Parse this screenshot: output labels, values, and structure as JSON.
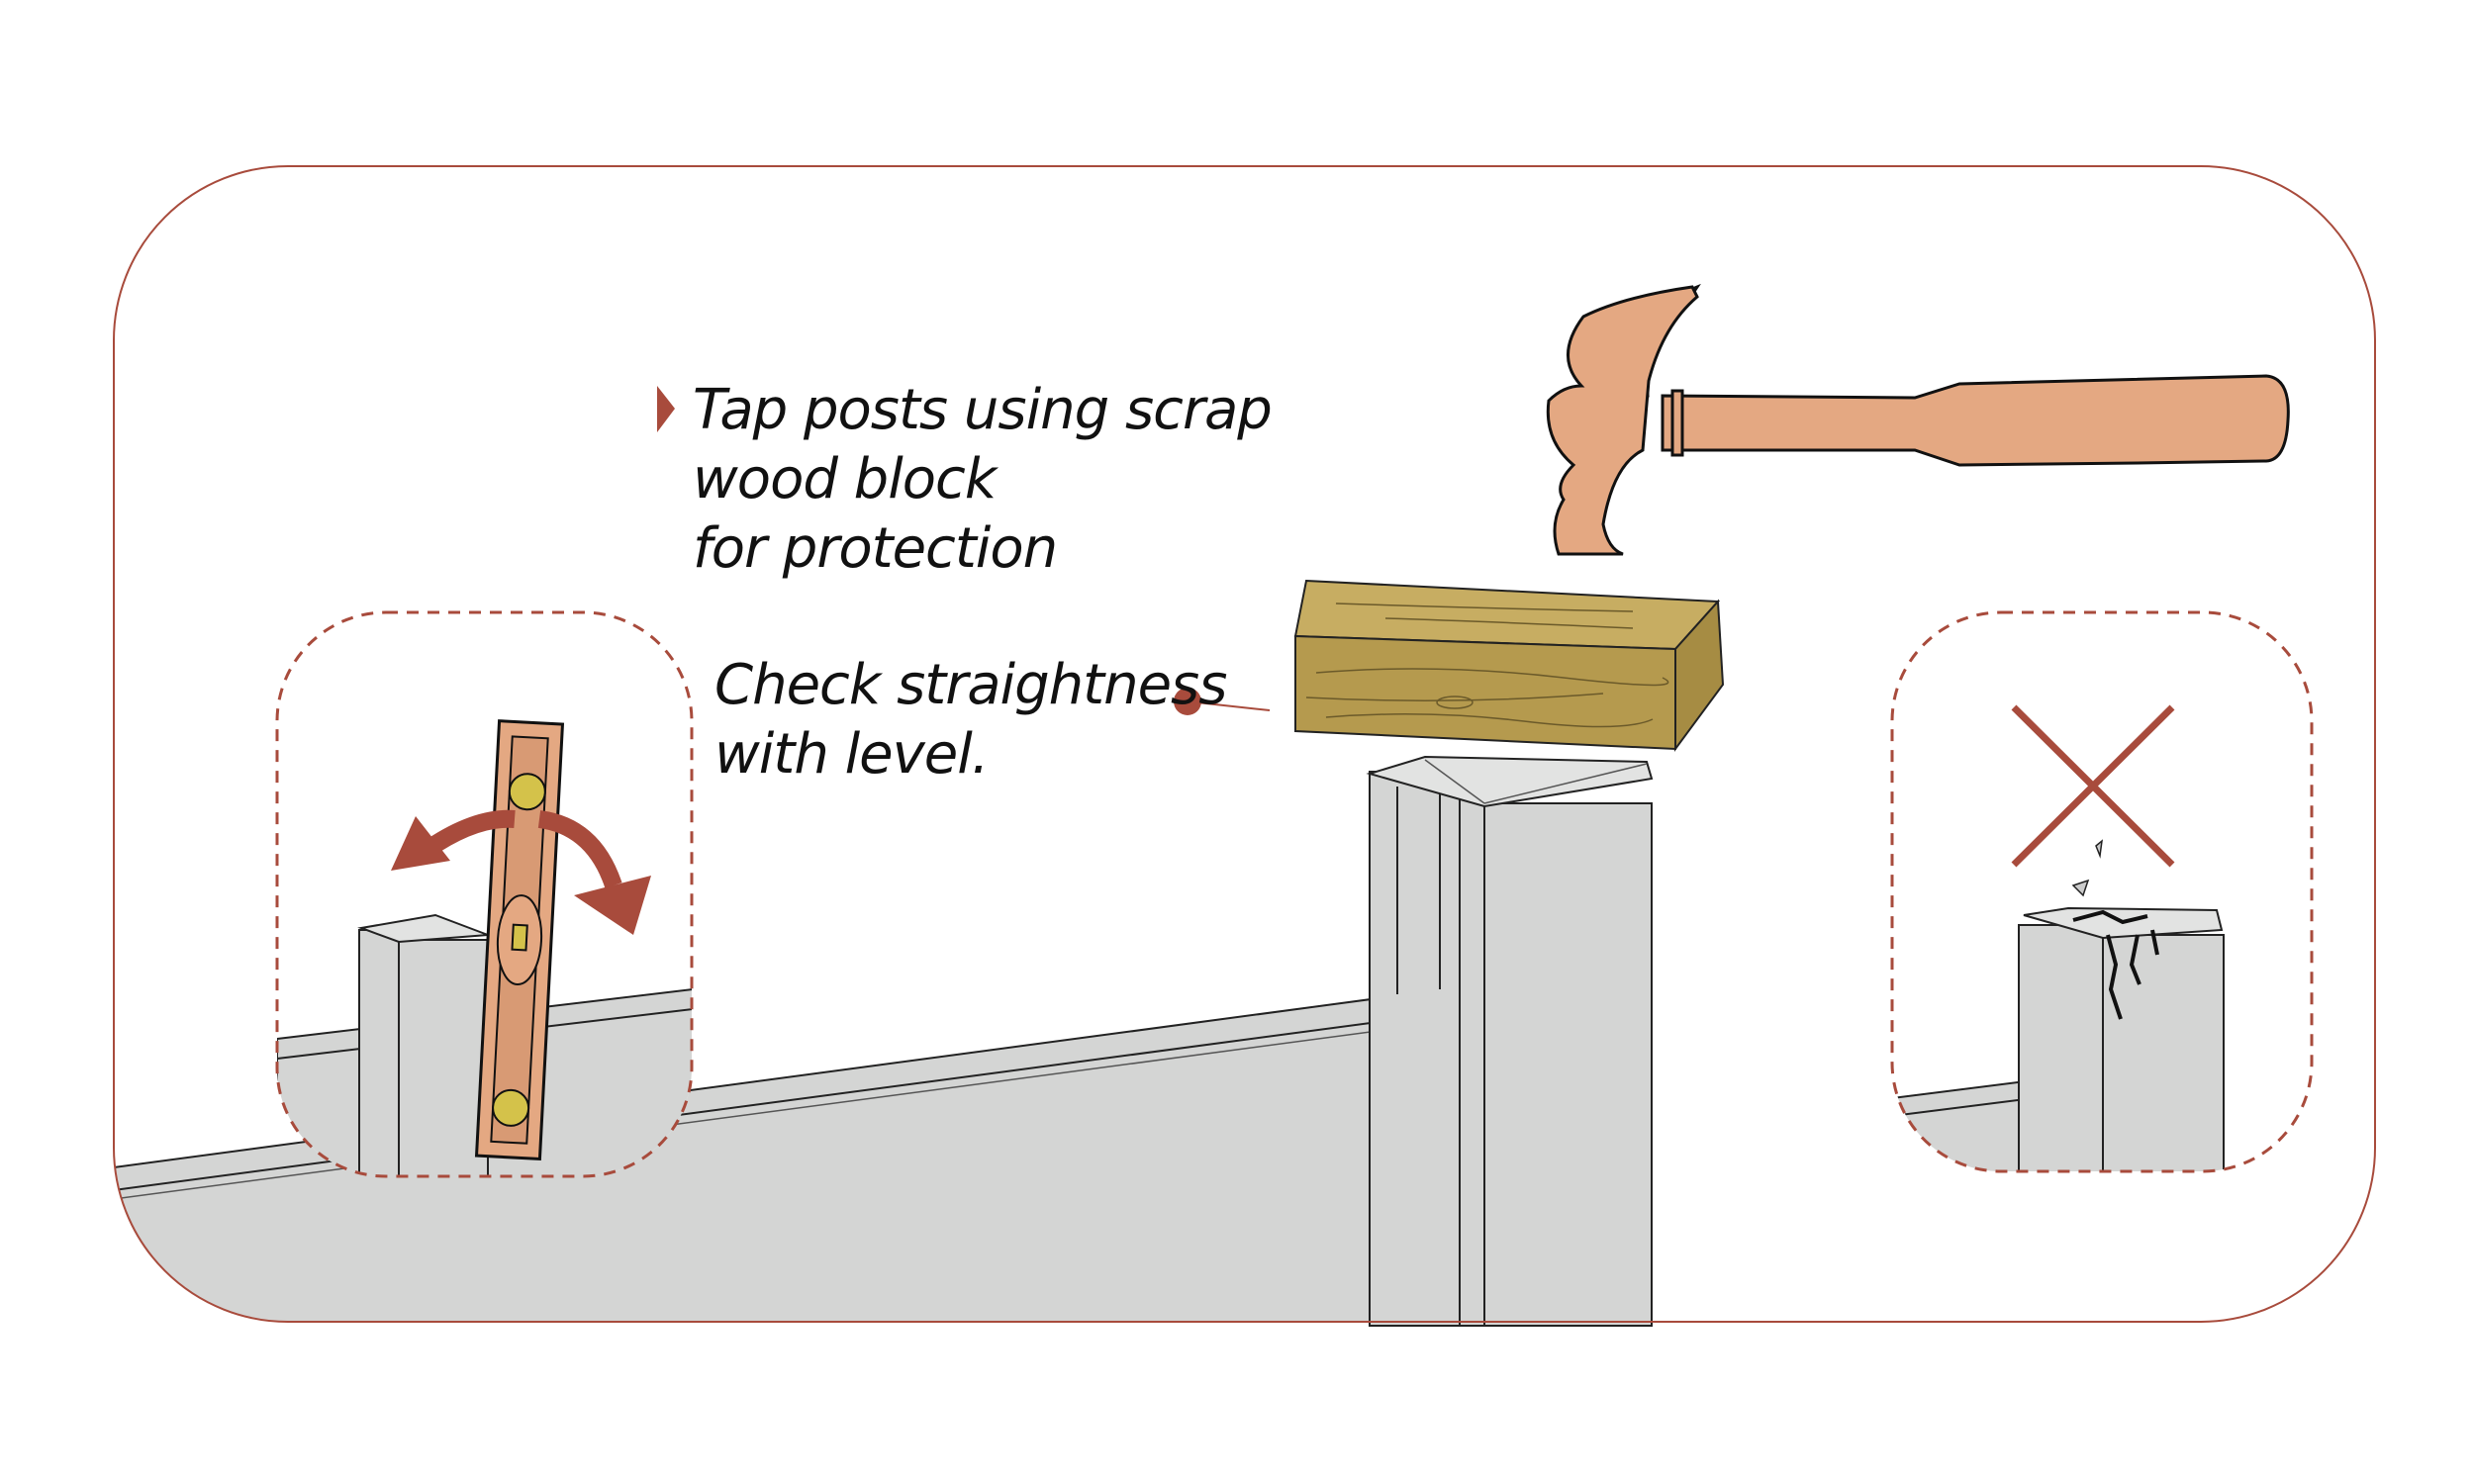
{
  "instructions": {
    "tap_posts": [
      "Tap posts using scrap",
      "wood block",
      "for protection"
    ],
    "check_straightness": [
      "Check straightness",
      "with level."
    ]
  },
  "colors": {
    "accent": "#a84b3c",
    "fence": "#d4d5d4",
    "wood": "#b59a4e",
    "hammer": "#e4a882"
  },
  "icons": [
    "bullet-triangle-icon",
    "hammer-icon",
    "wood-block-icon",
    "level-icon",
    "rotate-arrows-icon",
    "wrong-x-icon",
    "cracked-post-icon",
    "callout-dot-icon"
  ]
}
